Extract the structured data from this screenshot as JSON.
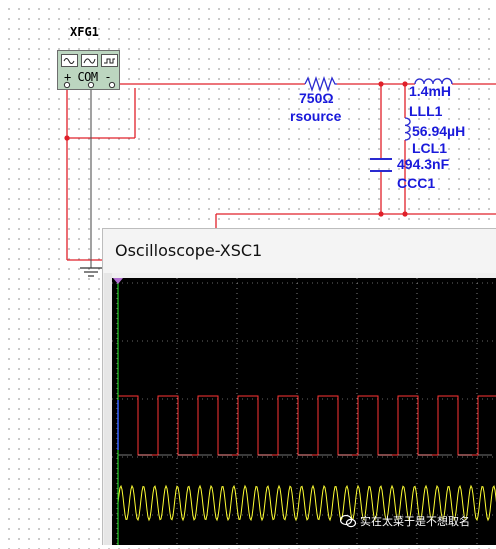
{
  "schematic": {
    "generator": {
      "refdes": "XFG1",
      "terminals": "+ COM -",
      "icons": [
        "sine-wave-icon",
        "triangle-wave-icon",
        "square-wave-icon"
      ]
    },
    "resistor": {
      "value": "750Ω",
      "name": "rsource"
    },
    "inductor_series": {
      "value": "1.4mH",
      "name": "LLL1"
    },
    "inductor_shunt": {
      "value": "56.94µH",
      "name": "LCL1"
    },
    "capacitor": {
      "value": "494.3nF",
      "name": "CCC1"
    },
    "colors": {
      "wire": "#e0202a",
      "label": "#1a1adb",
      "component": "#2a2ad0",
      "node": "#e0202a"
    }
  },
  "oscilloscope": {
    "title": "Oscilloscope-XSC1",
    "colors": {
      "screen": "#000000",
      "grid": "#ffffff",
      "channel_a": "#ff3333",
      "channel_b": "#ffff33",
      "cursor": "#22cc22"
    }
  },
  "watermark": {
    "text": "实在太菜于是不想取名"
  }
}
